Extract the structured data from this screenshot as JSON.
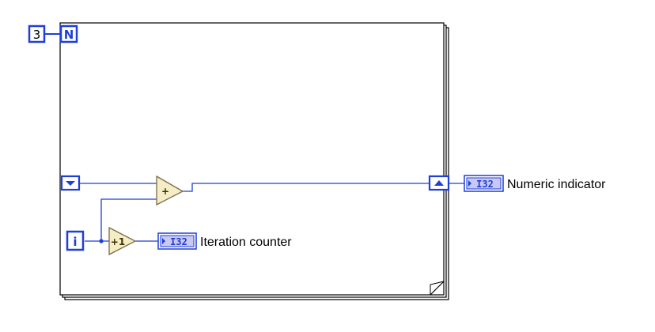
{
  "for_loop": {
    "count_constant": "3",
    "count_terminal": "N",
    "iteration_terminal": "i"
  },
  "nodes": {
    "add_symbol": "+",
    "increment_symbol": "+1"
  },
  "indicators": {
    "iteration_counter": {
      "label": "Iteration counter",
      "type": "I32"
    },
    "numeric_indicator": {
      "label": "Numeric indicator",
      "type": "I32"
    }
  },
  "colors": {
    "wire": "#1f3fd6",
    "terminal_border": "#1f3fd6",
    "primitive_fill": "#f4edc6",
    "primitive_border": "#7a6e48",
    "indicator_fill": "#c8c8f2",
    "loop_border": "#000000"
  }
}
